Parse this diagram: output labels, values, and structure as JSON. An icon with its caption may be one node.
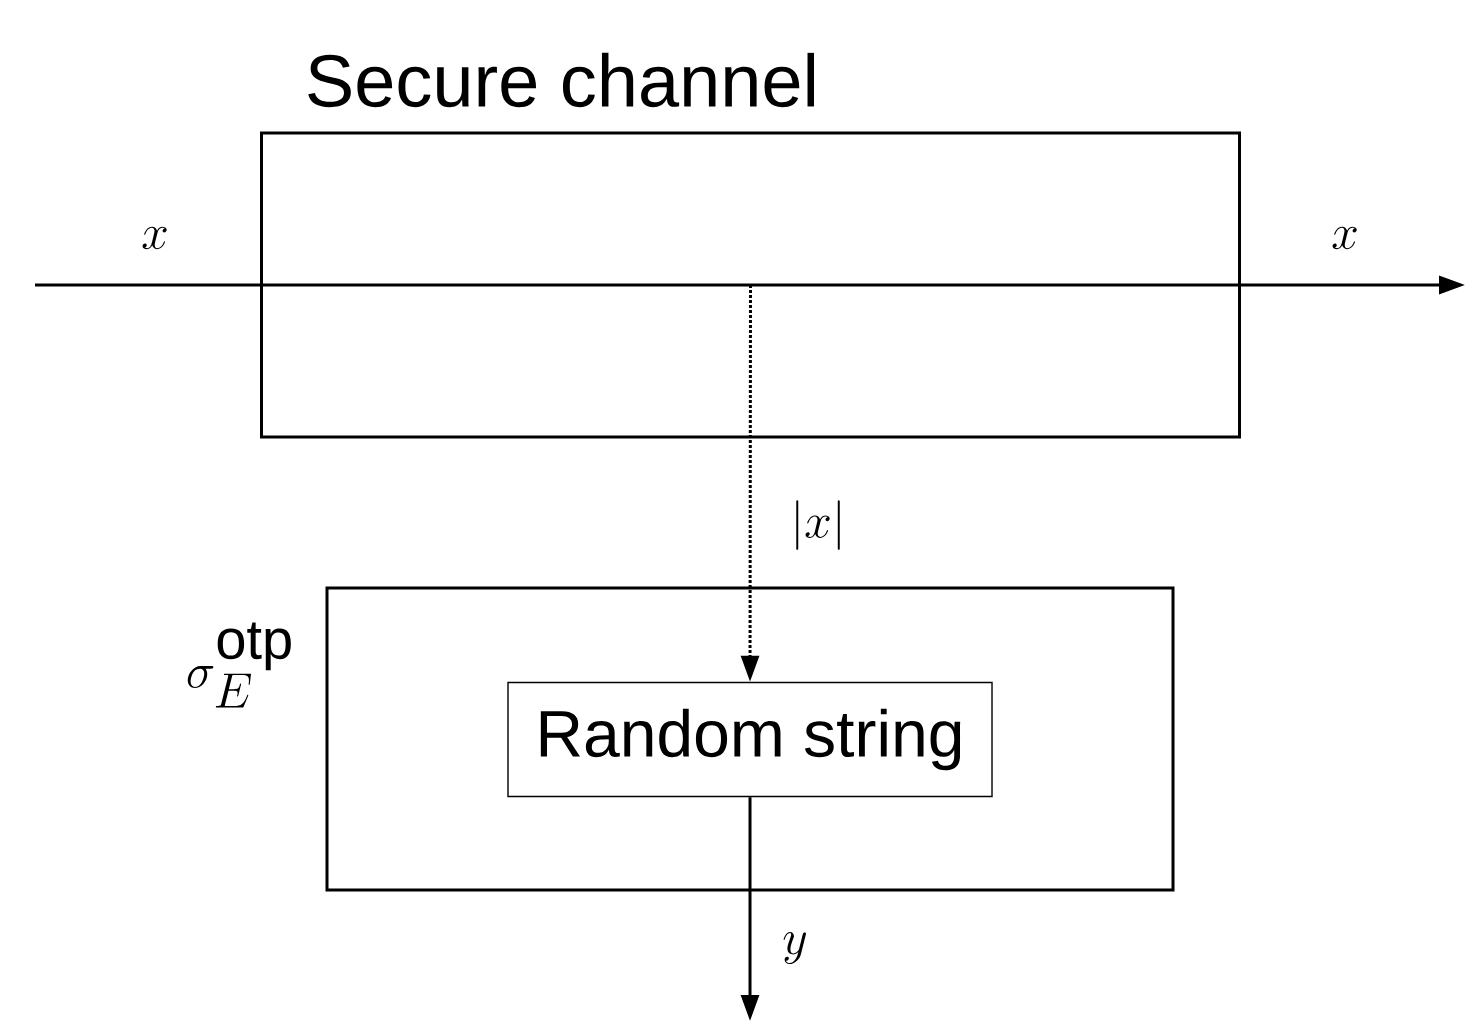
{
  "diagram": {
    "nodes": [
      {
        "text": [
          "Secure channel"
        ]
      },
      {
        "text": [
          "\\sigma_E^{\\mathrm{otp}}"
        ]
      },
      {
        "text": [
          "Random string"
        ],
        "in": 1
      }
    ],
    "edges": [
      {
        "from": null,
        "to": 0,
        "arrow": "none",
        "label": "x"
      },
      {
        "from": 0,
        "to": null,
        "arrow": "to",
        "label": "x"
      },
      {
        "from": 0,
        "to": 2,
        "arrow": "to",
        "style": "dashed",
        "label": "|x|"
      },
      {
        "from": 2,
        "to": null,
        "arrow": "to",
        "label": "y"
      }
    ]
  }
}
